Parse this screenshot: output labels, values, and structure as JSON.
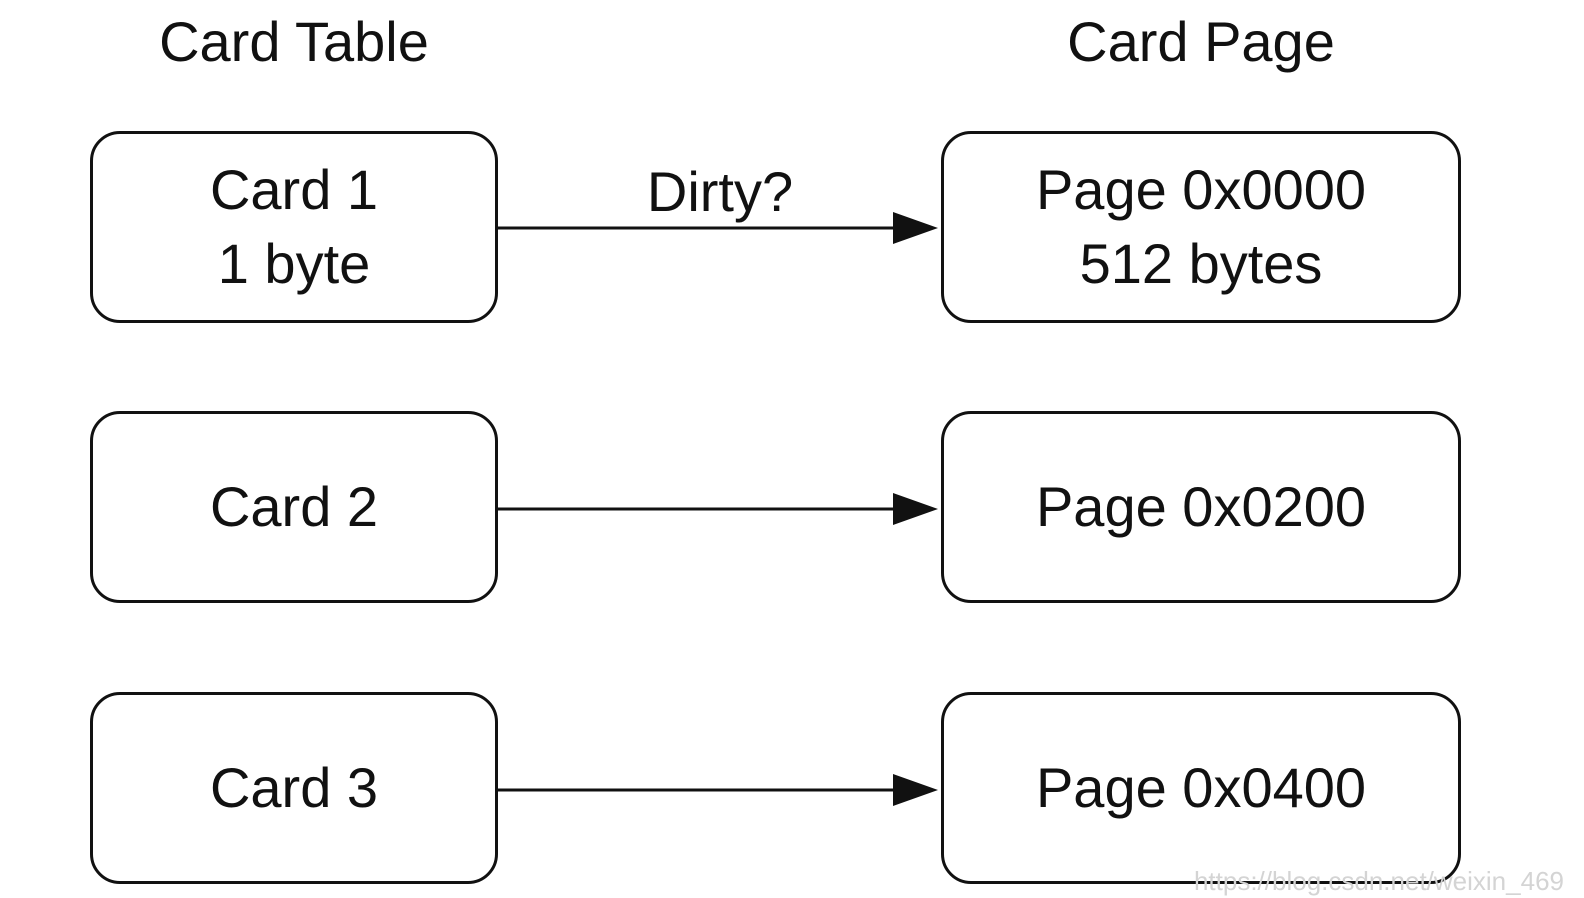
{
  "headings": {
    "left": "Card Table",
    "right": "Card Page"
  },
  "cards": [
    {
      "label": "Card 1",
      "size": "1 byte"
    },
    {
      "label": "Card 2"
    },
    {
      "label": "Card 3"
    }
  ],
  "pages": [
    {
      "label": "Page 0x0000",
      "size": "512 bytes"
    },
    {
      "label": "Page 0x0200"
    },
    {
      "label": "Page 0x0400"
    }
  ],
  "edge_label": "Dirty?",
  "watermark": "https://blog.csdn.net/weixin_469",
  "colors": {
    "stroke": "#111111",
    "background": "#ffffff",
    "watermark": "#d4d4d4"
  }
}
